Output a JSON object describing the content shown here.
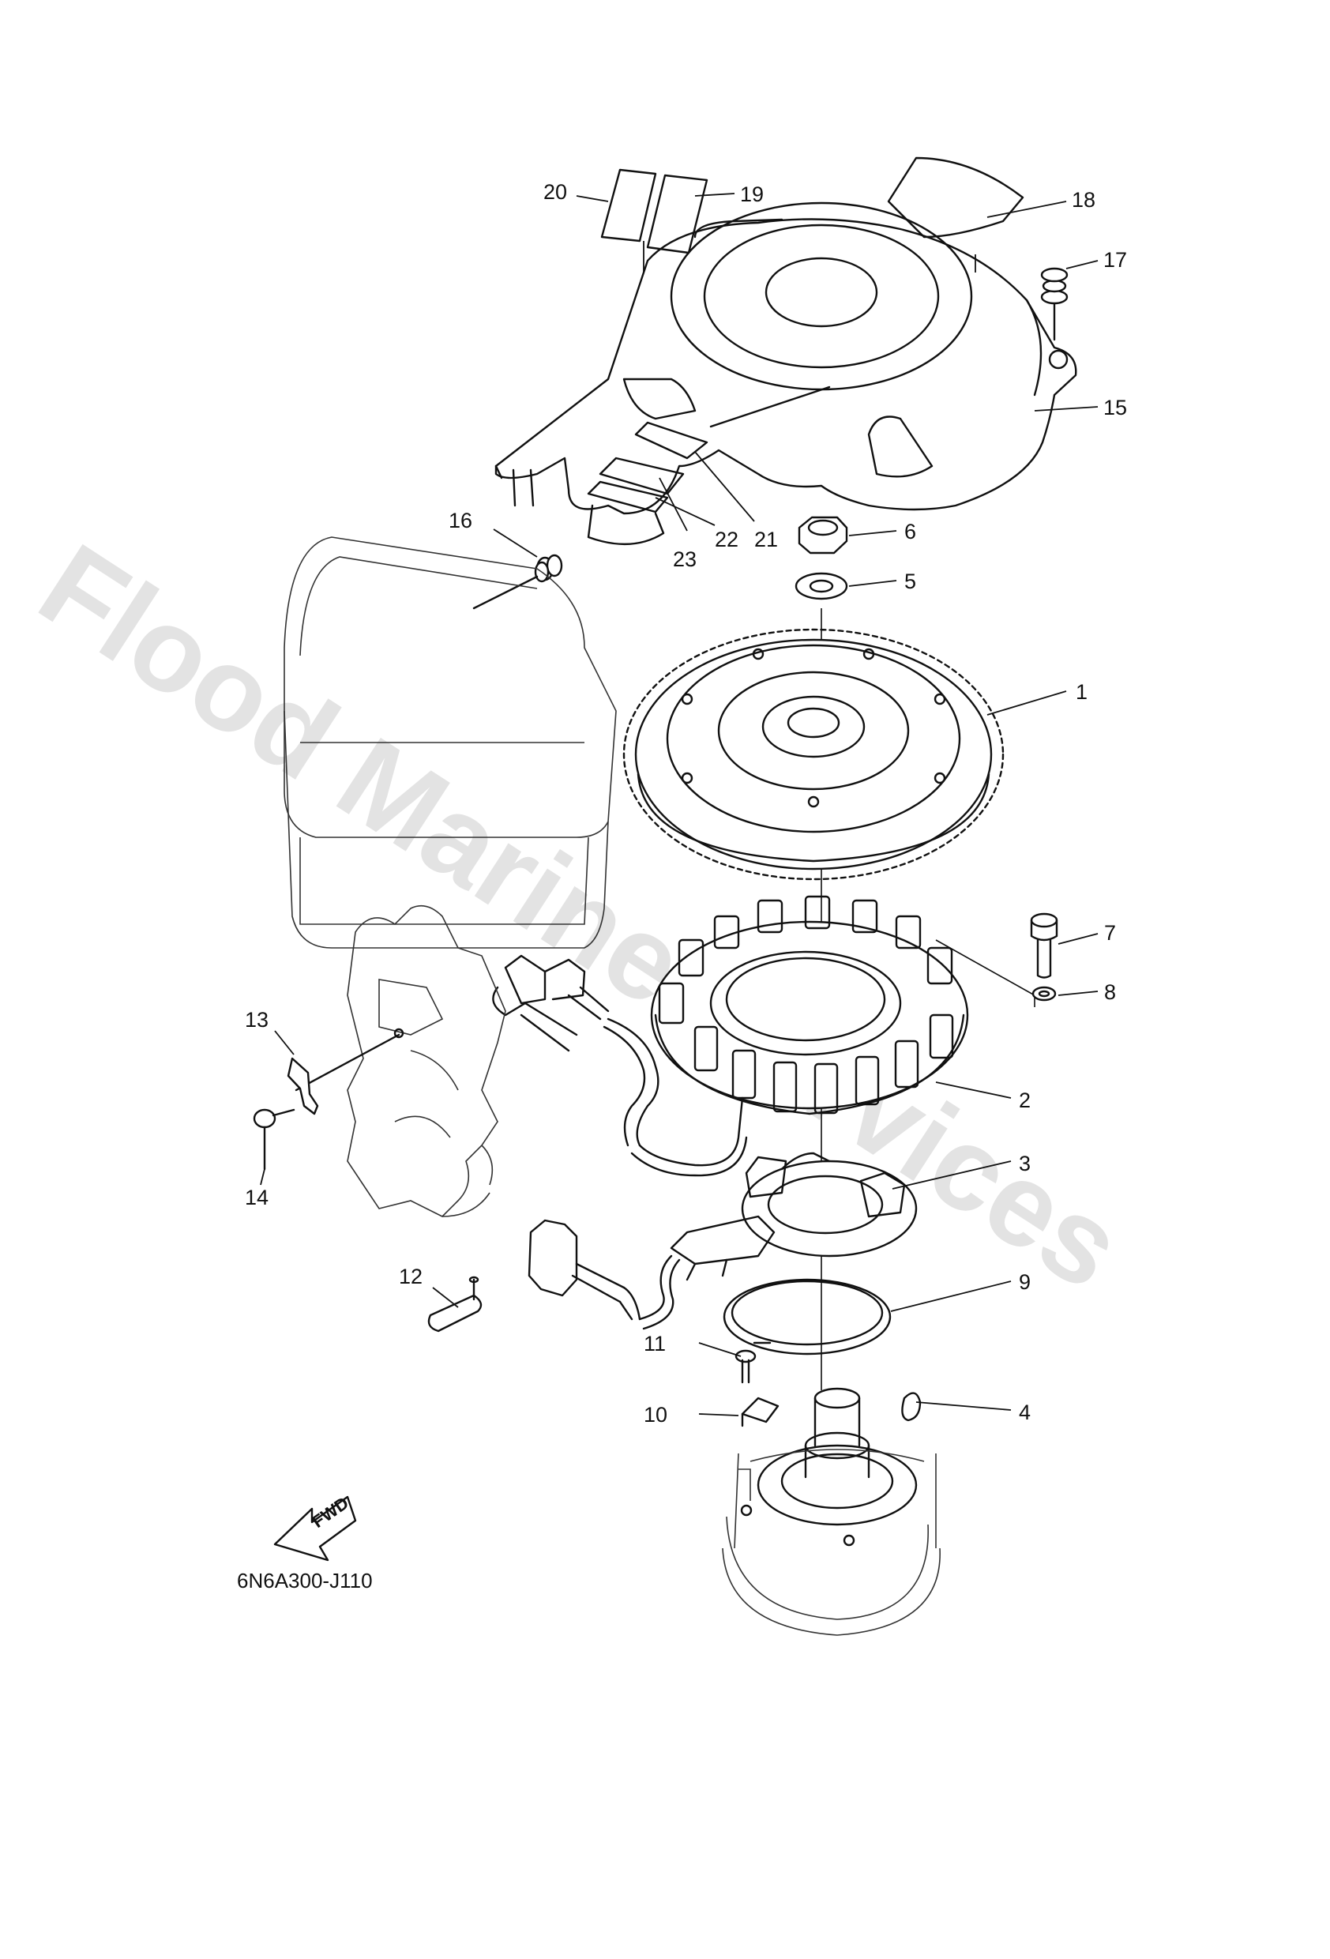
{
  "watermark": "Flood Marine Services",
  "drawing_code": "6N6A300-J110",
  "fwd_label": "FWD",
  "callouts": [
    "1",
    "2",
    "3",
    "4",
    "5",
    "6",
    "7",
    "8",
    "9",
    "10",
    "11",
    "12",
    "13",
    "14",
    "15",
    "16",
    "17",
    "18",
    "19",
    "20",
    "21",
    "22",
    "23"
  ]
}
